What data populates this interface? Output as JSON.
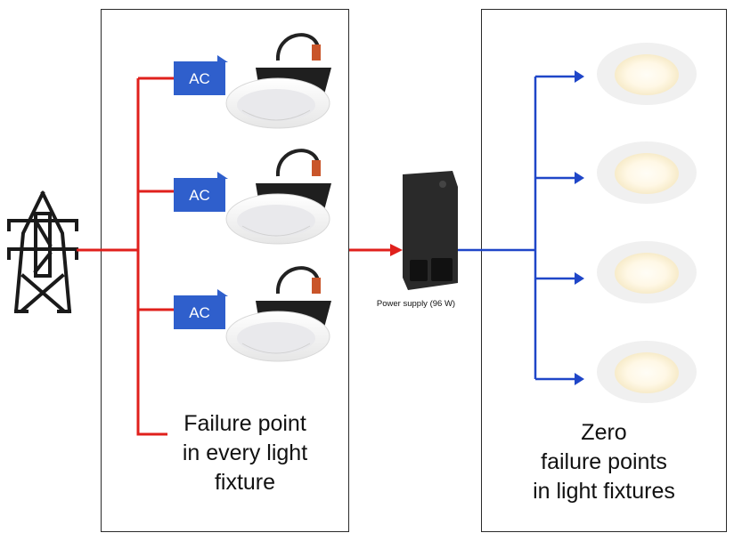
{
  "left_panel": {
    "ac_badges": [
      {
        "label": "AC"
      },
      {
        "label": "AC"
      },
      {
        "label": "AC"
      }
    ],
    "caption_lines": [
      "Failure point",
      "in every light",
      "fixture"
    ],
    "line_color": "#e0201c"
  },
  "power_supply": {
    "label": "Power supply (96 W)"
  },
  "right_panel": {
    "fixture_count": 4,
    "caption_lines": [
      "Zero",
      "failure points",
      "in light fixtures"
    ],
    "line_color": "#1f46c8"
  },
  "colors": {
    "ac_badge": "#2f5fcc",
    "ac_wire": "#e0201c",
    "dc_wire": "#1f46c8",
    "tower": "#1a1a1a"
  }
}
